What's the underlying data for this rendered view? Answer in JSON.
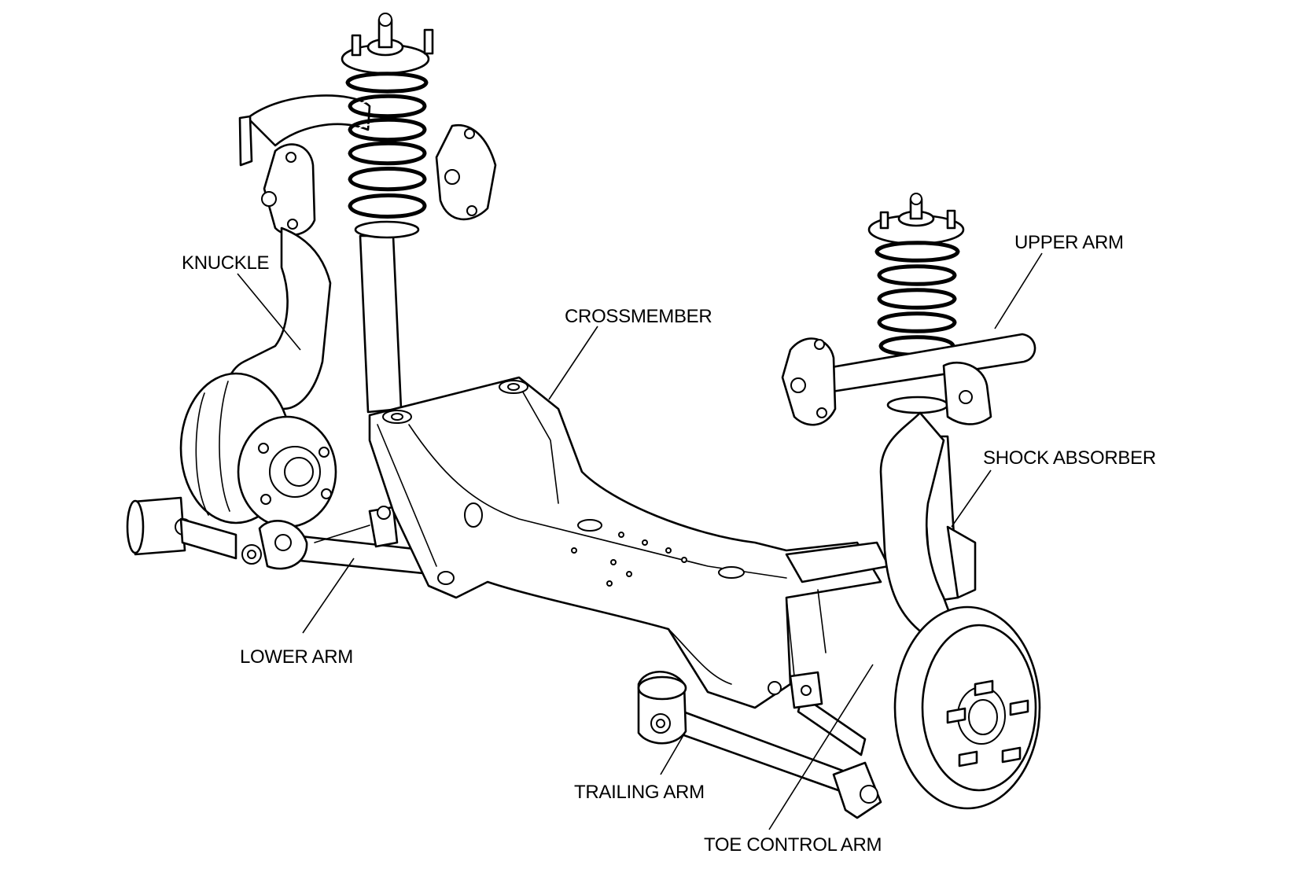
{
  "labels": {
    "knuckle": "KNUCKLE",
    "crossmember": "CROSSMEMBER",
    "upper_arm": "UPPER ARM",
    "shock_absorber": "SHOCK ABSORBER",
    "lower_arm": "LOWER ARM",
    "trailing_arm": "TRAILING ARM",
    "toe_control_arm": "TOE CONTROL ARM"
  },
  "colors": {
    "line": "#000000",
    "background": "#ffffff"
  }
}
